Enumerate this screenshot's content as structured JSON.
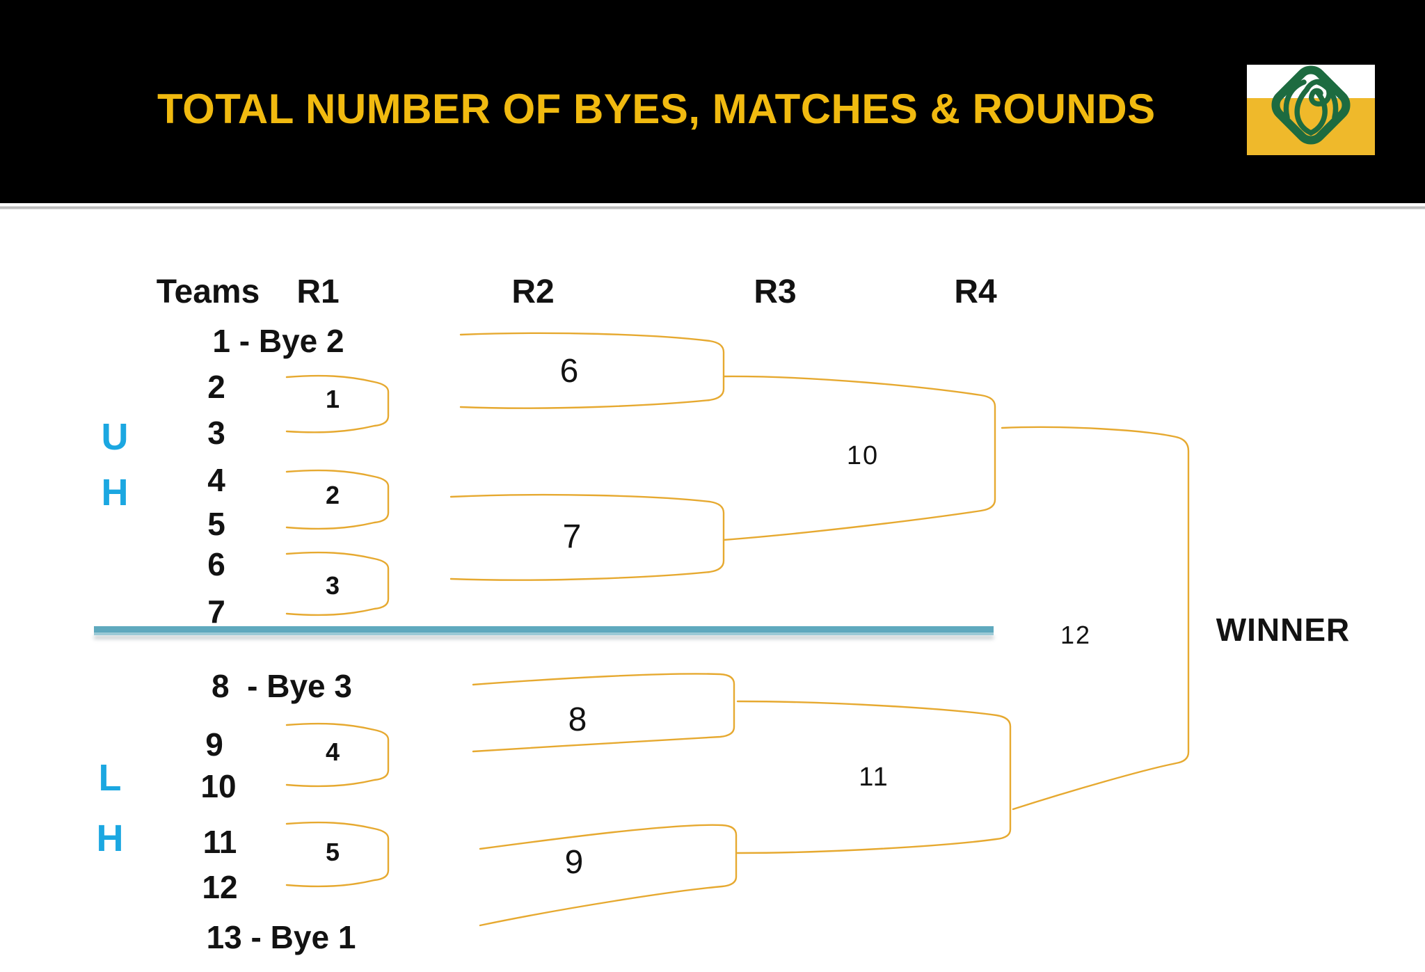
{
  "slide": {
    "title": "TOTAL NUMBER OF BYES, MATCHES & ROUNDS",
    "winner_label": "WINNER",
    "final_match": "12"
  },
  "columns": {
    "teams": "Teams",
    "r1": "R1",
    "r2": "R2",
    "r3": "R3",
    "r4": "R4"
  },
  "upper": {
    "letters": [
      "U",
      "H"
    ],
    "bye_line": "1 - Bye 2",
    "teams": [
      "2",
      "3",
      "4",
      "5",
      "6",
      "7"
    ],
    "r1_matches": [
      "1",
      "2",
      "3"
    ],
    "r2_matches": [
      "6",
      "7"
    ],
    "r3_match": "10"
  },
  "lower": {
    "letters": [
      "L",
      "H"
    ],
    "bye_line_top": "8  - Bye 3",
    "teams": [
      "9",
      "10",
      "11",
      "12"
    ],
    "bye_line_bottom": "13 - Bye 1",
    "r1_matches": [
      "4",
      "5"
    ],
    "r2_matches": [
      "8",
      "9"
    ],
    "r3_match": "11"
  },
  "colors": {
    "title_yellow": "#F1BA10",
    "bracket_gold": "#E6A930",
    "half_letter_blue": "#1BA7E1",
    "divider_teal": "#5FA9BE",
    "divider_light": "#9BC9D6",
    "logo_gold": "#EFB92B",
    "logo_green": "#1D6B40",
    "header_black": "#000000",
    "text_black": "#121212"
  }
}
